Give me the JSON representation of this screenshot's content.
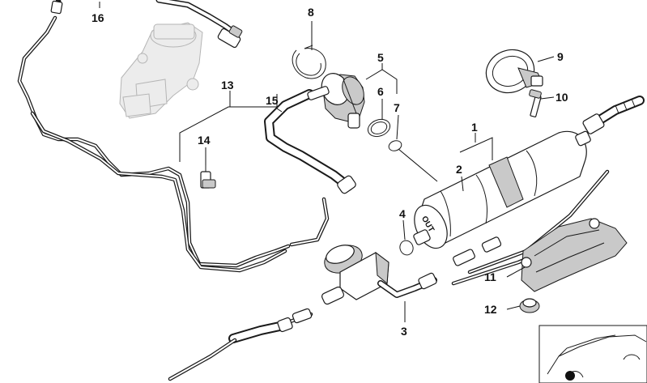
{
  "part_labels": {
    "p1": "1",
    "p2": "2",
    "p3": "3",
    "p4": "4",
    "p5": "5",
    "p6": "6",
    "p7": "7",
    "p8": "8",
    "p9": "9",
    "p10": "10",
    "p11": "11",
    "p12": "12",
    "p13": "13",
    "p14": "14",
    "p15": "15",
    "p16": "16"
  },
  "filter_marking": "OUT",
  "colors": {
    "line": "#1a1a1a",
    "ghost": "#b5b5b5",
    "background": "#ffffff"
  }
}
